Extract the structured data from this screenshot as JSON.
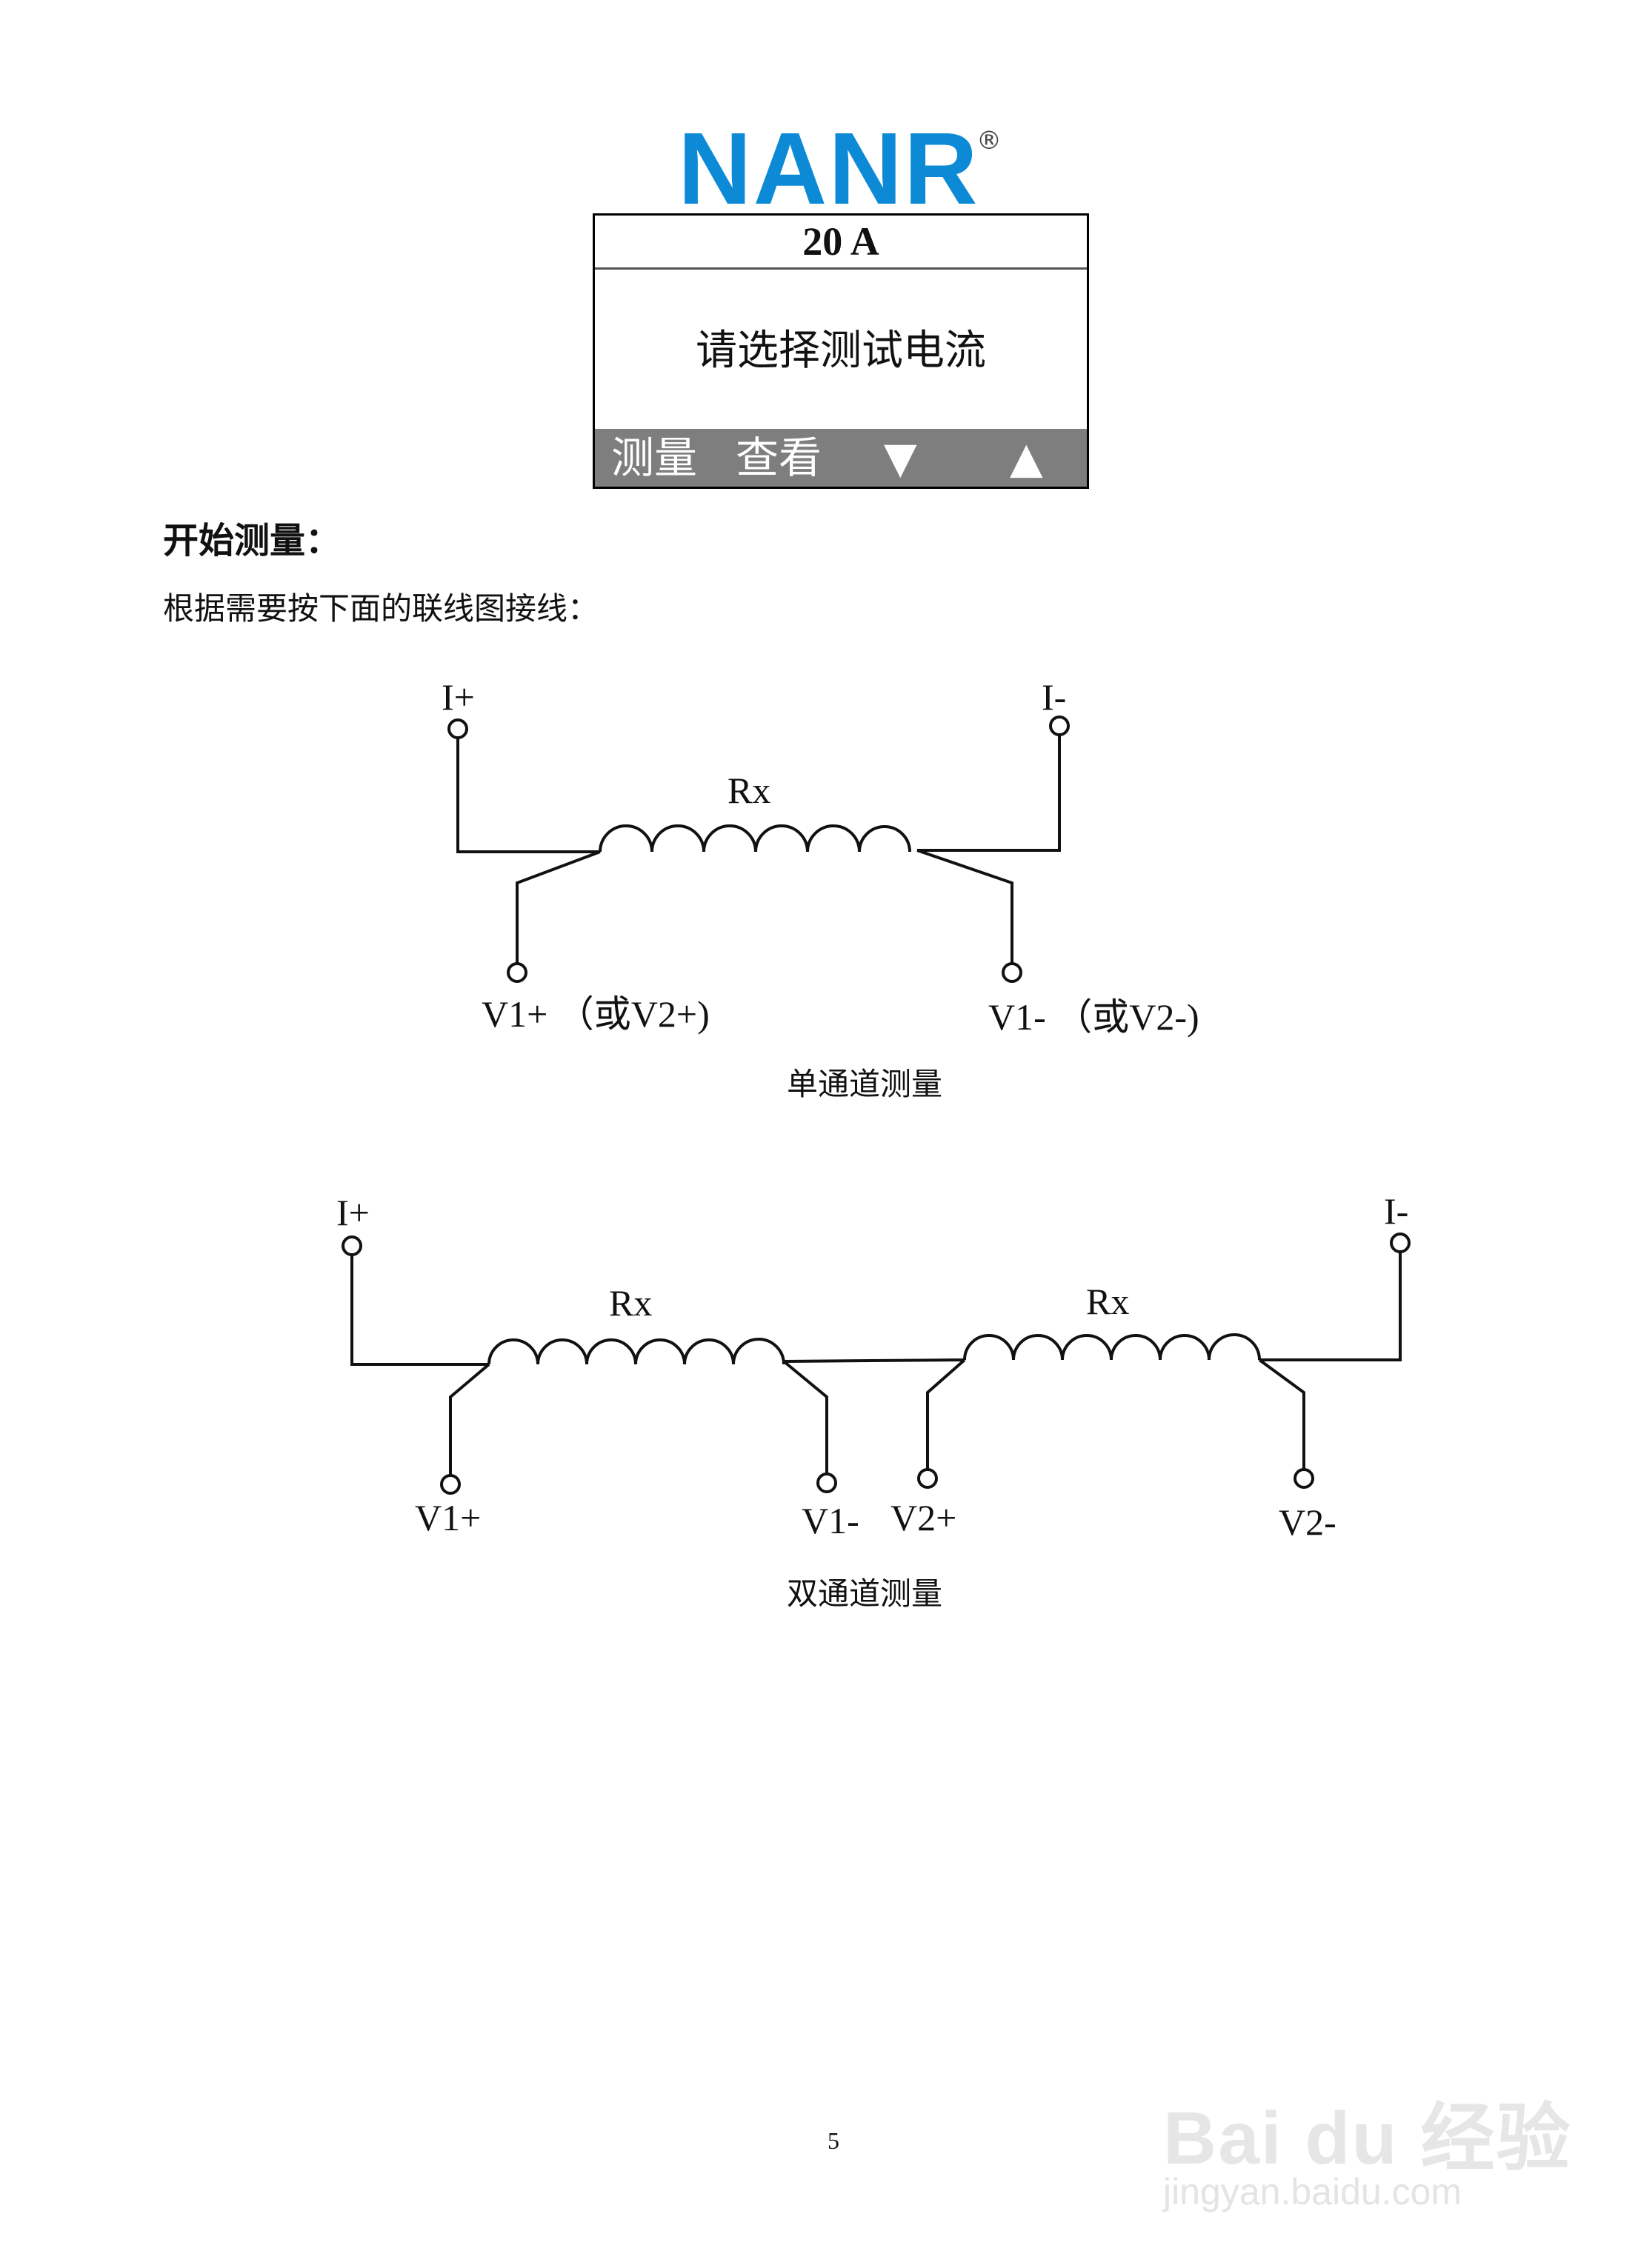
{
  "logo": {
    "brand": "NANR",
    "reg_mark": "®"
  },
  "lcd": {
    "top_label": "20 A",
    "message": "请选择测试电流",
    "softkeys": [
      "测量",
      "查看",
      "▼",
      "▲"
    ]
  },
  "section": {
    "heading": "开始测量：",
    "instruction": "根据需要按下面的联线图接线："
  },
  "diagram_single": {
    "labels": {
      "i_plus": "I+",
      "i_minus": "I-",
      "rx": "Rx",
      "v_plus": "V1+ （或V2+)",
      "v_minus": "V1- （或V2-)"
    },
    "caption": "单通道测量"
  },
  "diagram_dual": {
    "labels": {
      "i_plus": "I+",
      "i_minus": "I-",
      "rx1": "Rx",
      "rx2": "Rx",
      "v1_plus": "V1+",
      "v1_minus": "V1-",
      "v2_plus": "V2+",
      "v2_minus": "V2-"
    },
    "caption": "双通道测量"
  },
  "page_number": "5",
  "watermark": {
    "brand": "Bai du 经验",
    "url": "jingyan.baidu.com"
  }
}
